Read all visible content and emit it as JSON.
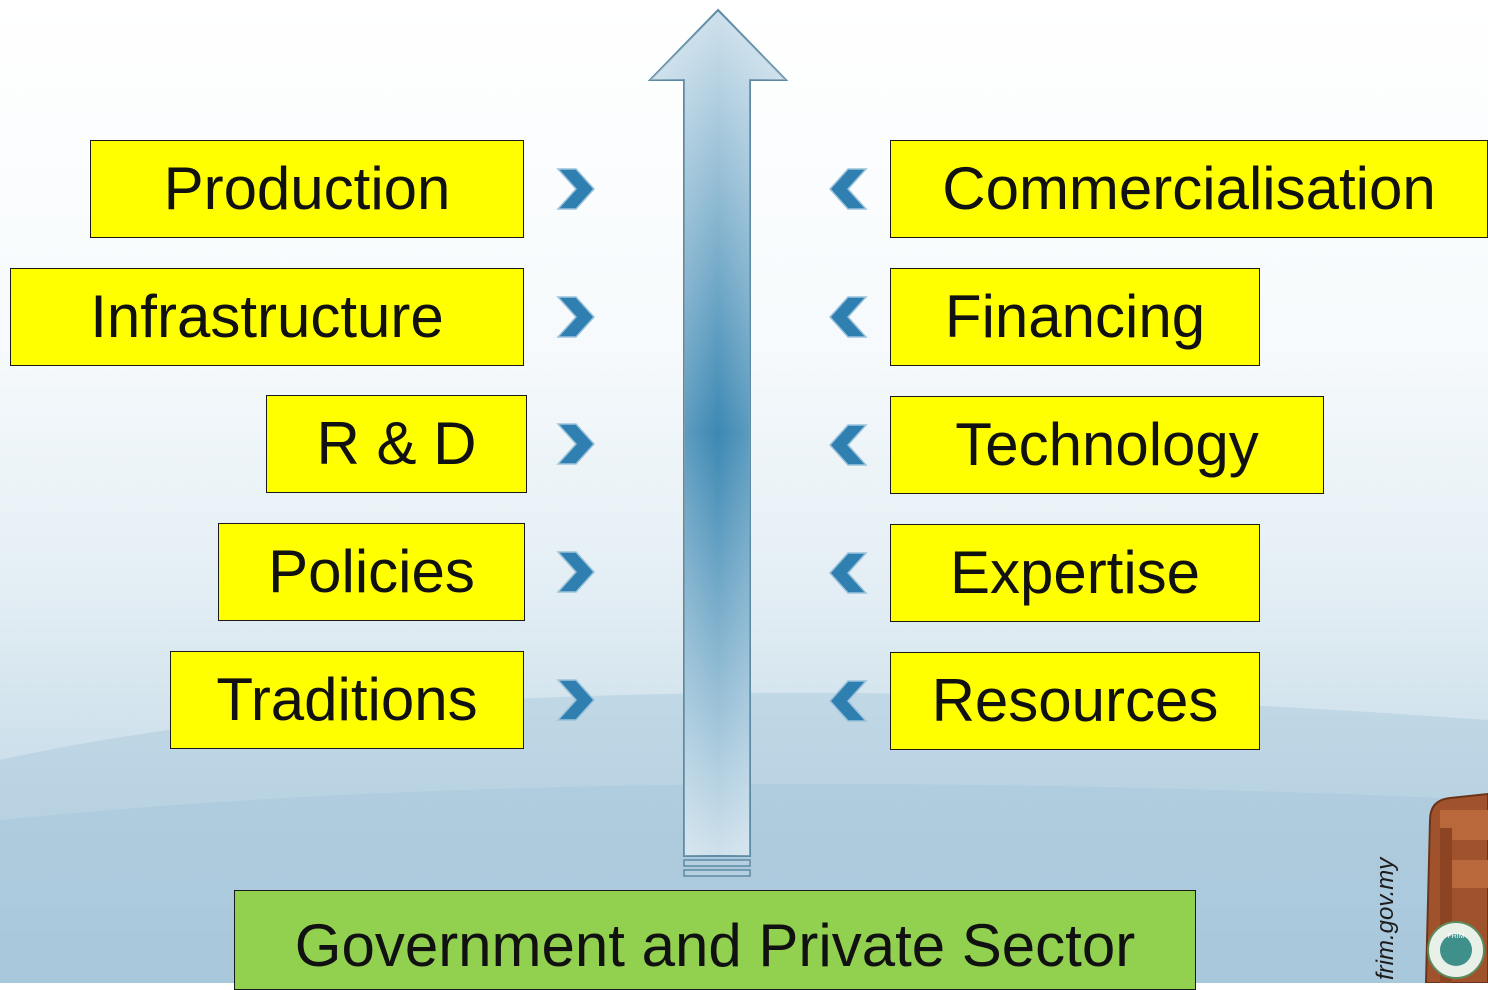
{
  "left_items": [
    "Production",
    "Infrastructure",
    "R & D",
    "Policies",
    "Traditions"
  ],
  "right_items": [
    "Commercialisation",
    "Financing",
    "Technology",
    "Expertise",
    "Resources"
  ],
  "base_label": "Government and Private Sector",
  "watermark_url": "frim.gov.my",
  "logo_text": "FRIM",
  "colors": {
    "box_fill": "#ffff00",
    "base_fill": "#92d050",
    "arrow": "#3c88b3",
    "chevron": "#2f7fb0"
  }
}
